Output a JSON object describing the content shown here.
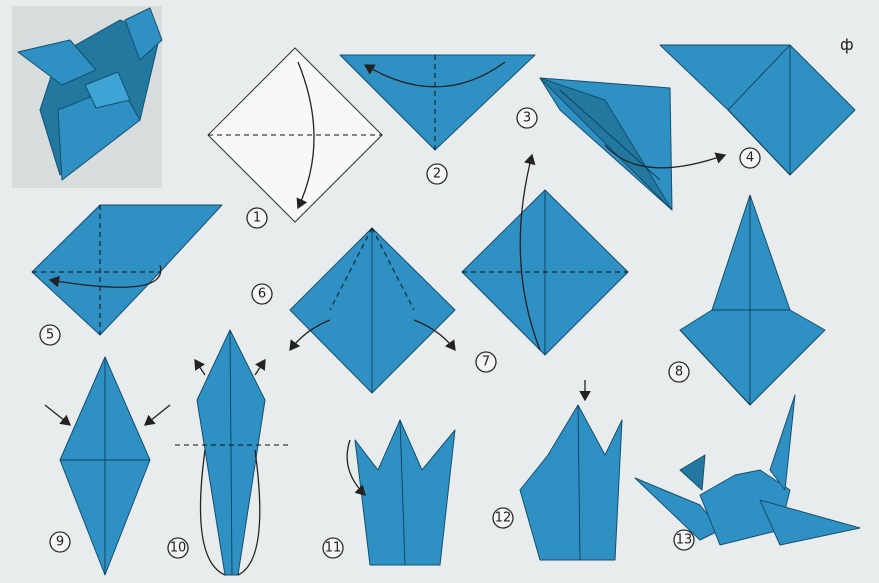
{
  "colors": {
    "background": "#e9ecec",
    "paper": "#2f90c4",
    "paper_shadow": "#22789f",
    "line": "#14506f"
  },
  "photo": {
    "subject": "folded blue origami crane"
  },
  "corner_mark": "ф",
  "steps": [
    {
      "number": "1"
    },
    {
      "number": "2"
    },
    {
      "number": "3"
    },
    {
      "number": "4"
    },
    {
      "number": "5"
    },
    {
      "number": "6"
    },
    {
      "number": "7"
    },
    {
      "number": "8"
    },
    {
      "number": "9"
    },
    {
      "number": "10"
    },
    {
      "number": "11"
    },
    {
      "number": "12"
    },
    {
      "number": "13"
    }
  ]
}
